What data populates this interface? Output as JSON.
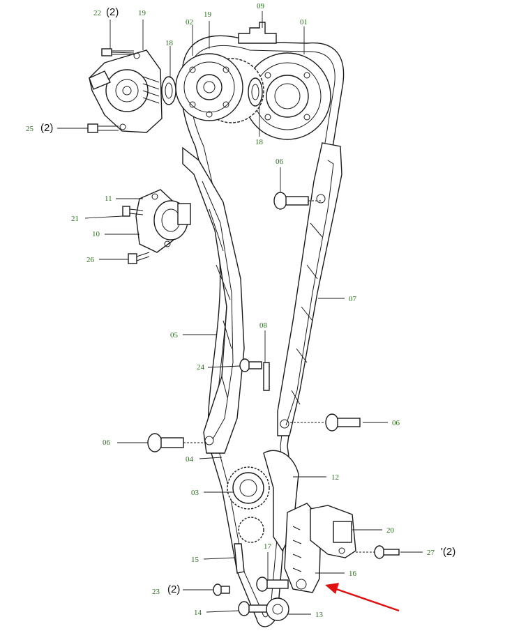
{
  "diagram": {
    "labels": {
      "p01": "01",
      "p02": "02",
      "p03": "03",
      "p04": "04",
      "p05": "05",
      "p06a": "06",
      "p06b": "06",
      "p06c": "06",
      "p07": "07",
      "p08": "08",
      "p09": "09",
      "p10": "10",
      "p11": "11",
      "p12": "12",
      "p13": "13",
      "p14": "14",
      "p15": "15",
      "p16": "16",
      "p17": "17",
      "p18a": "18",
      "p18b": "18",
      "p19a": "19",
      "p19b": "19",
      "p20": "20",
      "p21": "21",
      "p22": "22",
      "p23": "23",
      "p24": "24",
      "p25": "25",
      "p26": "26",
      "p27": "27"
    },
    "quantities": {
      "q22": "(2)",
      "q25": "(2)",
      "q23": "(2)",
      "q27": "'(2)"
    },
    "colors": {
      "label": "#2e6b1f",
      "line": "#1a1a1a",
      "arrow": "#e01010"
    }
  }
}
